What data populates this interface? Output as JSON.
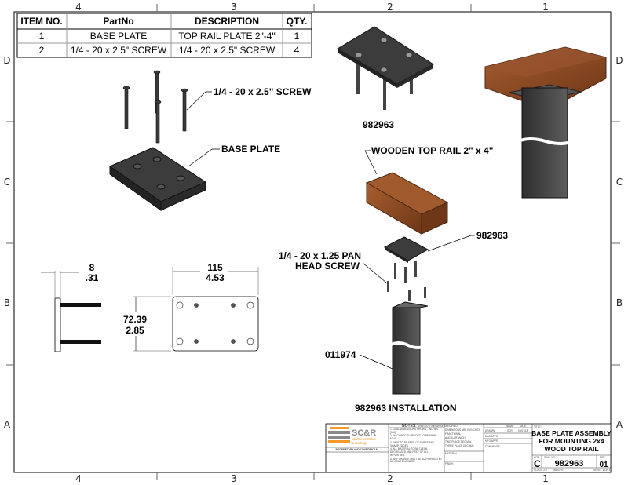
{
  "zones": {
    "columns": [
      "4",
      "3",
      "2",
      "1"
    ],
    "rows": [
      "D",
      "C",
      "B",
      "A"
    ]
  },
  "bom": {
    "headers": [
      "ITEM NO.",
      "PartNo",
      "DESCRIPTION",
      "QTY."
    ],
    "rows": [
      [
        "1",
        "BASE PLATE",
        "TOP RAIL PLATE 2\"-4\"",
        "1"
      ],
      [
        "2",
        "1/4 - 20 x 2.5\" SCREW",
        "1/4 - 20 x 2.5\" SCREW",
        "4"
      ]
    ]
  },
  "callouts": {
    "screw": "1/4 - 20 x 2.5\" SCREW",
    "base_plate": "BASE PLATE",
    "part_iso": "982963",
    "wooden_rail": "WOODEN TOP RAIL 2\" x 4\"",
    "plate_callout": "982963",
    "pan_screw_1": "1/4 - 20 x 1.25 PAN",
    "pan_screw_2": "HEAD SCREW",
    "post": "011974",
    "installation": "982963 INSTALLATION"
  },
  "dimensions": {
    "thickness_mm": "8",
    "thickness_in": ".31",
    "width_mm": "115",
    "width_in": "4.53",
    "height_mm": "72.39",
    "height_in": "2.85"
  },
  "title_block": {
    "logo_text": "SC&R",
    "logo_sub1": "Stainless Cable",
    "logo_sub2": "& Railing",
    "proprietary": "PROPRIETARY AND CONFIDENTIAL",
    "notes_label": "NOTES:",
    "notes_sub": "UNLESS OTHERWISE SPECIFIED",
    "notes": [
      "1. DUAL DIMENSIONS SHOWN - INCHES [MM]",
      "2. MACHINED SURFACES TO BE 63UIN MAX.",
      "3. PART TO BE FREE OF BURRS AND SHARP EDGES",
      "4. ALL MATERIAL TO BE CLEAN, DEGREASED AND FREE OF ALL IMPURITIES",
      "5. ANY CHANGE MUST BE AUTHORIZED BY AN SC&R ENGINEER"
    ],
    "tolerances": [
      "DIMENSIONS ARE IN INCHES",
      "FRACTIONAL",
      "ANGULAR MACH",
      "TWO PLACE DECIMAL",
      "THREE PLACE DECIMAL"
    ],
    "material": "MATERIAL",
    "finish": "FINISH",
    "name_hdr": "NAME",
    "date_hdr": "DATE",
    "drawn": "DRAWN",
    "drawn_name": "SCR",
    "drawn_date": "02/01/18",
    "eng_appr": "ENG APPR.",
    "mfg_appr": "MFG APPR.",
    "comments": "COMMENTS:",
    "title_label": "TITLE:",
    "title": [
      "BASE PLATE ASSEMBLY",
      "FOR MOUNTING 2x4",
      "WOOD TOP RAIL"
    ],
    "size_label": "SIZE",
    "size": "C",
    "dwg_label": "DWG. NO.",
    "dwg_no": "982963",
    "rev_label": "REV",
    "rev": "01",
    "scale": "SCALE: 2:3",
    "weight": "WEIGHT:",
    "sheet": "SHEET 1 OF 1"
  },
  "colors": {
    "wood": "#8a4a22",
    "steel": "#3a3a3a",
    "logo_orange": "#f39a2b",
    "logo_gray": "#8a8a8a"
  }
}
